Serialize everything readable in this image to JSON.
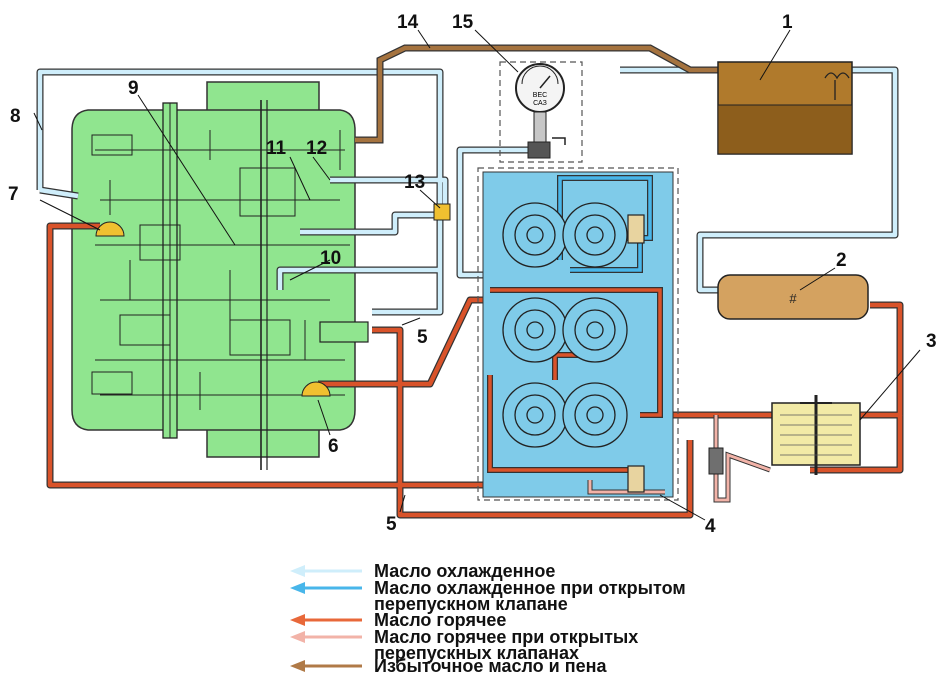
{
  "callouts": [
    {
      "id": "1",
      "label": "1"
    },
    {
      "id": "2",
      "label": "2"
    },
    {
      "id": "3",
      "label": "3"
    },
    {
      "id": "4",
      "label": "4"
    },
    {
      "id": "5a",
      "label": "5"
    },
    {
      "id": "5b",
      "label": "5"
    },
    {
      "id": "6",
      "label": "6"
    },
    {
      "id": "7",
      "label": "7"
    },
    {
      "id": "8",
      "label": "8"
    },
    {
      "id": "9",
      "label": "9"
    },
    {
      "id": "10",
      "label": "10"
    },
    {
      "id": "11",
      "label": "11"
    },
    {
      "id": "12",
      "label": "12"
    },
    {
      "id": "13",
      "label": "13"
    },
    {
      "id": "14",
      "label": "14"
    },
    {
      "id": "15",
      "label": "15"
    }
  ],
  "legend": [
    {
      "label": "Масло охлажденное",
      "color": "#cfeefb"
    },
    {
      "label": "Масло охлажденное при открытом",
      "label2": "перепускном клапане",
      "color": "#48b6ea"
    },
    {
      "label": "Масло горячее",
      "color": "#e8683a"
    },
    {
      "label": "Масло горячее при открытых",
      "label2": "перепускных клапанах",
      "color": "#f2b3a8"
    },
    {
      "label": "Избыточное масло и пена",
      "color": "#b07a47"
    }
  ],
  "gauge": {
    "line1": "ВЕС",
    "line2": "САЗ"
  },
  "colors": {
    "cold": "#cfeefb",
    "cold_bypass": "#48b6ea",
    "hot": "#d9532a",
    "hot_bypass": "#f2b3a8",
    "excess": "#a5733f",
    "gearbox": "#90e58f",
    "pump_box": "#7fcbe9",
    "tank": "#b07a2c"
  }
}
